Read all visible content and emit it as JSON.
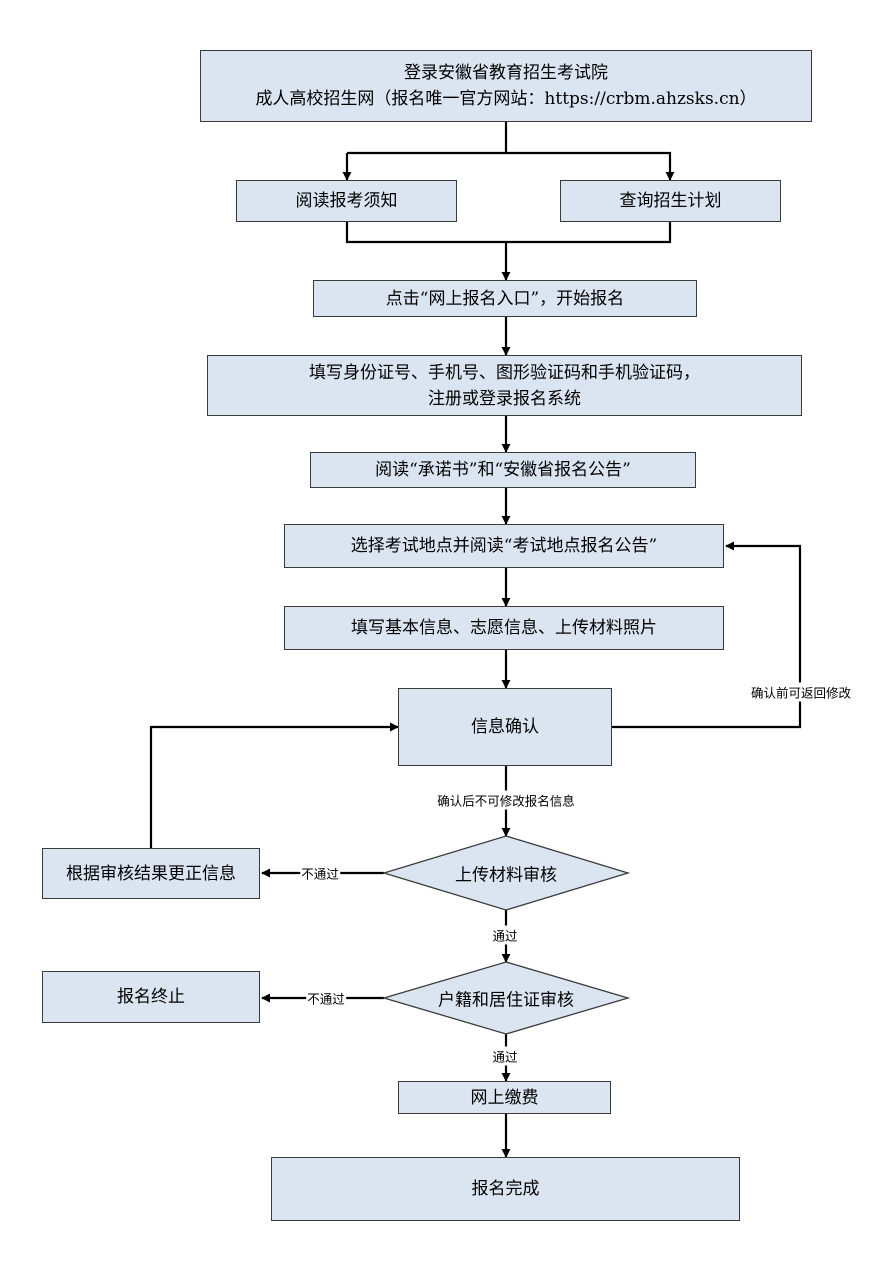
{
  "steps": {
    "login_line1": "登录安徽省教育招生考试院",
    "login_line2": "成人高校招生网（报名唯一官方网站：https://crbm.ahzsks.cn）",
    "read_notice": "阅读报考须知",
    "query_plan": "查询招生计划",
    "click_entry": "点击“网上报名入口”，开始报名",
    "fill_id_line1": "填写身份证号、手机号、图形验证码和手机验证码，",
    "fill_id_line2": "注册或登录报名系统",
    "read_promise": "阅读“承诺书”和“安徽省报名公告”",
    "choose_site": "选择考试地点并阅读“考试地点报名公告”",
    "fill_info": "填写基本信息、志愿信息、上传材料照片",
    "confirm": "信息确认",
    "material_review": "上传材料审核",
    "correct_info": "根据审核结果更正信息",
    "residence_review": "户籍和居住证审核",
    "terminate": "报名终止",
    "pay": "网上缴费",
    "complete": "报名完成"
  },
  "labels": {
    "back_before_confirm": "确认前可返回修改",
    "no_modify_after_confirm": "确认后不可修改报名信息",
    "fail_1": "不通过",
    "pass_1": "通过",
    "fail_2": "不通过",
    "pass_2": "通过"
  },
  "colors": {
    "box_fill": "#dbe5f1",
    "border": "#3b3b3b",
    "line": "#000000"
  }
}
